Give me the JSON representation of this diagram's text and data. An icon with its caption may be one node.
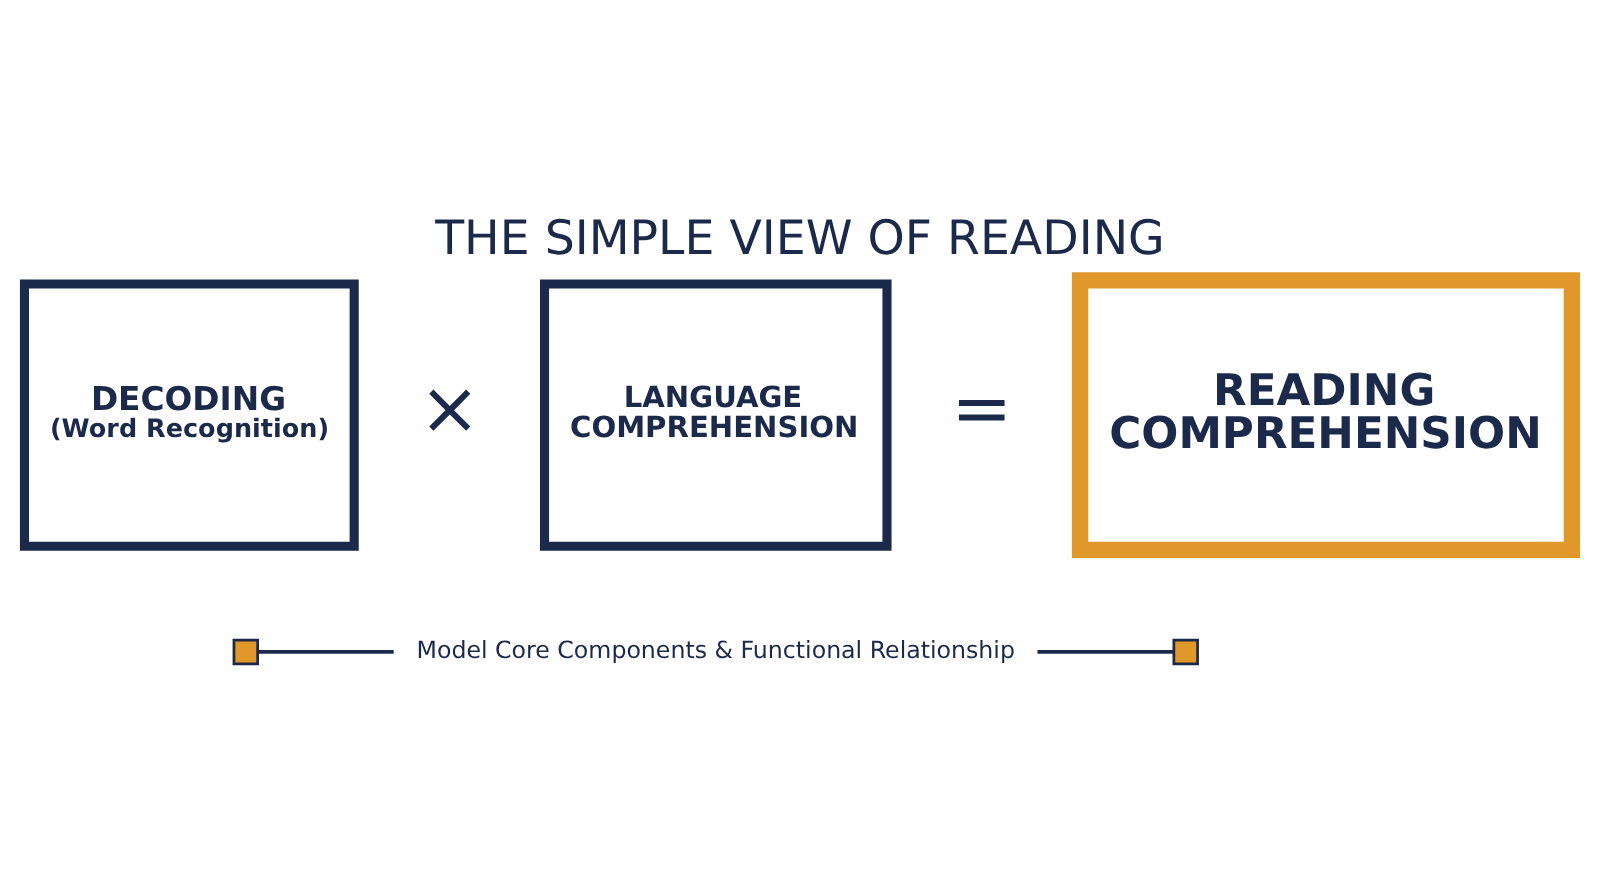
{
  "diagram": {
    "title": "THE SIMPLE VIEW OF READING",
    "nodes": [
      {
        "text": [
          "DECODING",
          "(Word Recognition)"
        ]
      },
      {
        "text": [
          "LANGUAGE COMPREHENSION"
        ]
      },
      {
        "text": [
          "READING COMPREHENSION"
        ]
      },
      {
        "text": [],
        "shape": "box"
      },
      {
        "text": [
          "Model Core Components & Functional Relationship"
        ]
      },
      {
        "text": [],
        "shape": "box"
      }
    ],
    "edges": [
      {
        "from": 3,
        "to": 4,
        "arrow": "none"
      },
      {
        "from": 4,
        "to": 5,
        "arrow": "none"
      }
    ],
    "labels": [
      "×",
      "="
    ]
  }
}
